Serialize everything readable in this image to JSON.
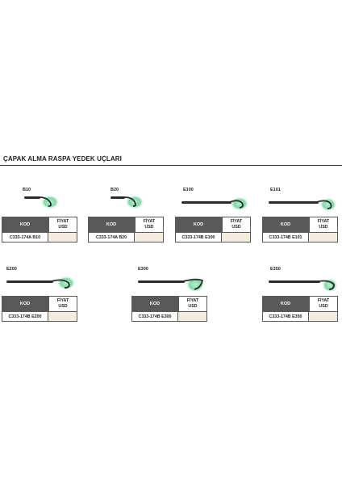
{
  "page_title": "ÇAPAK ALMA RASPA YEDEK UÇLARI",
  "table_header": {
    "kod": "KOD",
    "fiyat_line1": "FİYAT",
    "fiyat_line2": "USD"
  },
  "products": [
    {
      "code": "B10",
      "product_code": "C333-174A B10"
    },
    {
      "code": "B20",
      "product_code": "C333-174A B20"
    },
    {
      "code": "E100",
      "product_code": "C333-174B E100"
    },
    {
      "code": "E101",
      "product_code": "C333-174B E101"
    },
    {
      "code": "E200",
      "product_code": "C333-174B E200"
    },
    {
      "code": "E300",
      "product_code": "C333-174B E300"
    },
    {
      "code": "E350",
      "product_code": "C333-174B E350"
    }
  ],
  "colors": {
    "header_bg": "#595959",
    "price_cell_bg": "#f5ece0",
    "blade_glow": "#7fd9a6",
    "handle": "#2b2b2b"
  }
}
